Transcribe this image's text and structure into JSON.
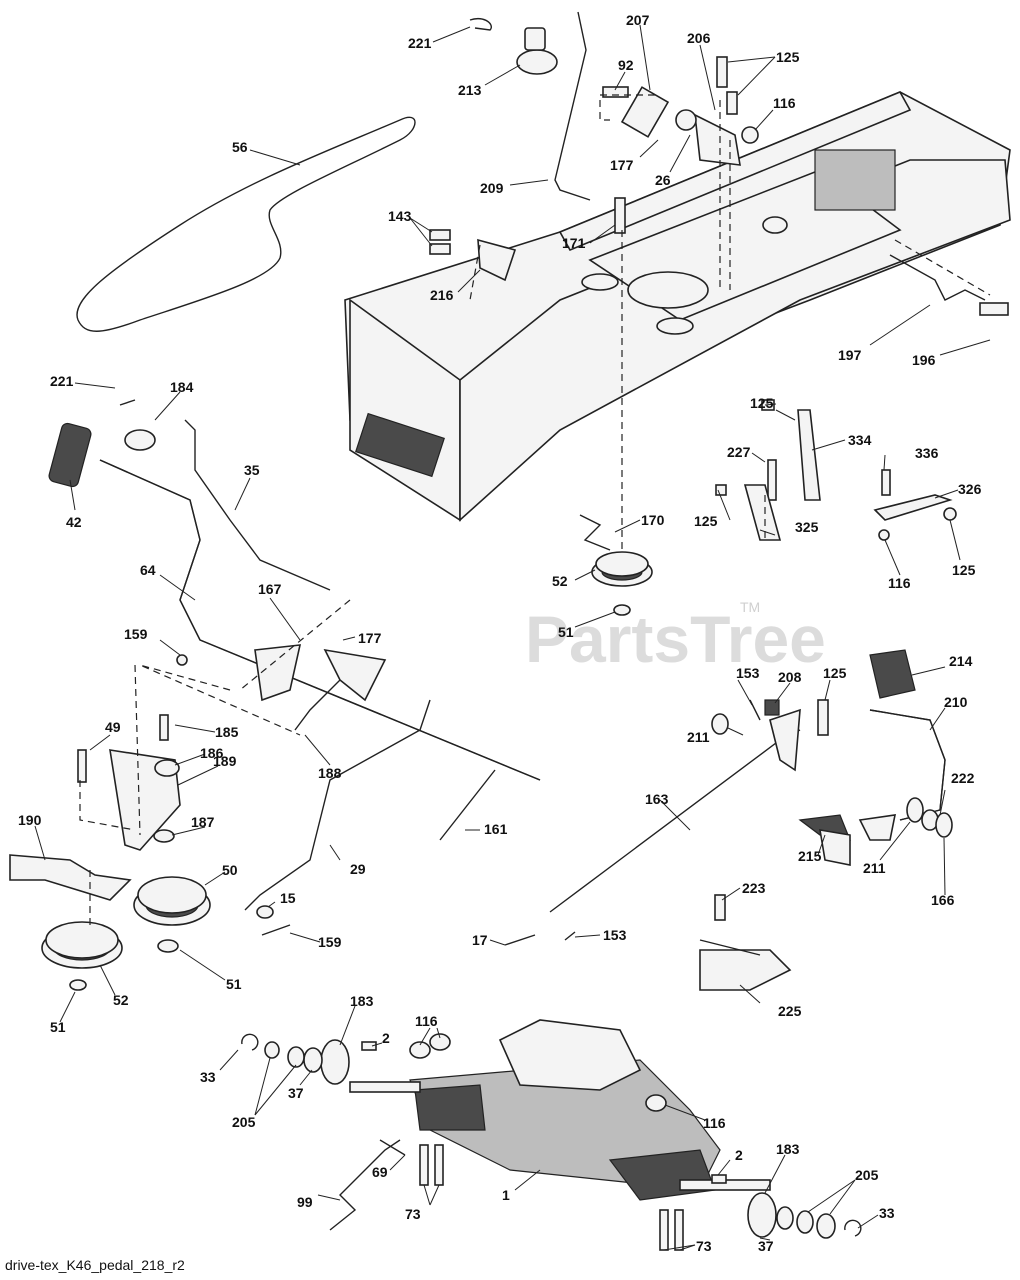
{
  "watermark": {
    "text": "PartsTree",
    "trademark": "TM"
  },
  "footer": {
    "code": "drive-tex_K46_pedal_218_r2"
  },
  "callouts": {
    "c221a": "221",
    "c213": "213",
    "c207": "207",
    "c206": "206",
    "c125a": "125",
    "c92": "92",
    "c116a": "116",
    "c177a": "177",
    "c26": "26",
    "c56": "56",
    "c209": "209",
    "c143": "143",
    "c171": "171",
    "c216": "216",
    "c197": "197",
    "c196": "196",
    "c221b": "221",
    "c184": "184",
    "c35": "35",
    "c42": "42",
    "c125b": "125",
    "c334": "334",
    "c227": "227",
    "c336": "336",
    "c326": "326",
    "c170": "170",
    "c125c": "125",
    "c325": "325",
    "c125d": "125",
    "c116b": "116",
    "c64": "64",
    "c52a": "52",
    "c51a": "51",
    "c167": "167",
    "c177b": "177",
    "c159a": "159",
    "c49": "49",
    "c185": "185",
    "c186": "186",
    "c188": "188",
    "c189": "189",
    "c187": "187",
    "c190": "190",
    "c161": "161",
    "c29": "29",
    "c50": "50",
    "c15": "15",
    "c159b": "159",
    "c51b": "51",
    "c52b": "52",
    "c51c": "51",
    "c153a": "153",
    "c208": "208",
    "c125e": "125",
    "c214": "214",
    "c211a": "211",
    "c210": "210",
    "c163": "163",
    "c222": "222",
    "c215": "215",
    "c211b": "211",
    "c166": "166",
    "c223": "223",
    "c17": "17",
    "c153b": "153",
    "c225": "225",
    "c183a": "183",
    "c116c": "116",
    "c2a": "2",
    "c205a": "205",
    "c33a": "33",
    "c37a": "37",
    "c116d": "116",
    "c69": "69",
    "c99": "99",
    "c73a": "73",
    "c1": "1",
    "c2b": "2",
    "c183b": "183",
    "c205b": "205",
    "c33b": "33",
    "c73b": "73",
    "c37b": "37"
  }
}
